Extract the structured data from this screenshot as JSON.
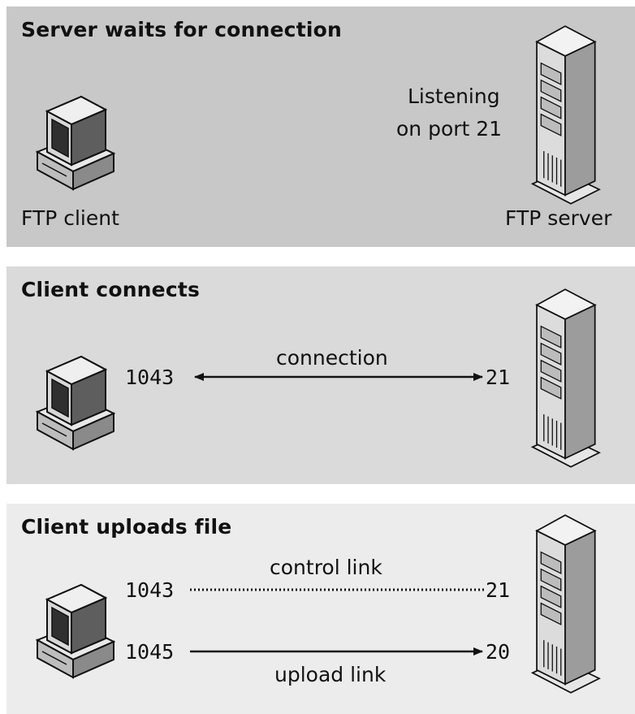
{
  "panels": [
    {
      "title": "Server waits for connection",
      "client_label": "FTP client",
      "server_label": "FTP server",
      "listening_line1": "Listening",
      "listening_line2": "on port 21"
    },
    {
      "title": "Client connects",
      "client_port": "1043",
      "server_port": "21",
      "link_label": "connection"
    },
    {
      "title": "Client uploads file",
      "control_client_port": "1043",
      "control_server_port": "21",
      "control_label": "control link",
      "upload_client_port": "1045",
      "upload_server_port": "20",
      "upload_label": "upload link"
    }
  ],
  "icons": {
    "client": "desktop-computer-icon",
    "server": "tower-server-icon"
  }
}
